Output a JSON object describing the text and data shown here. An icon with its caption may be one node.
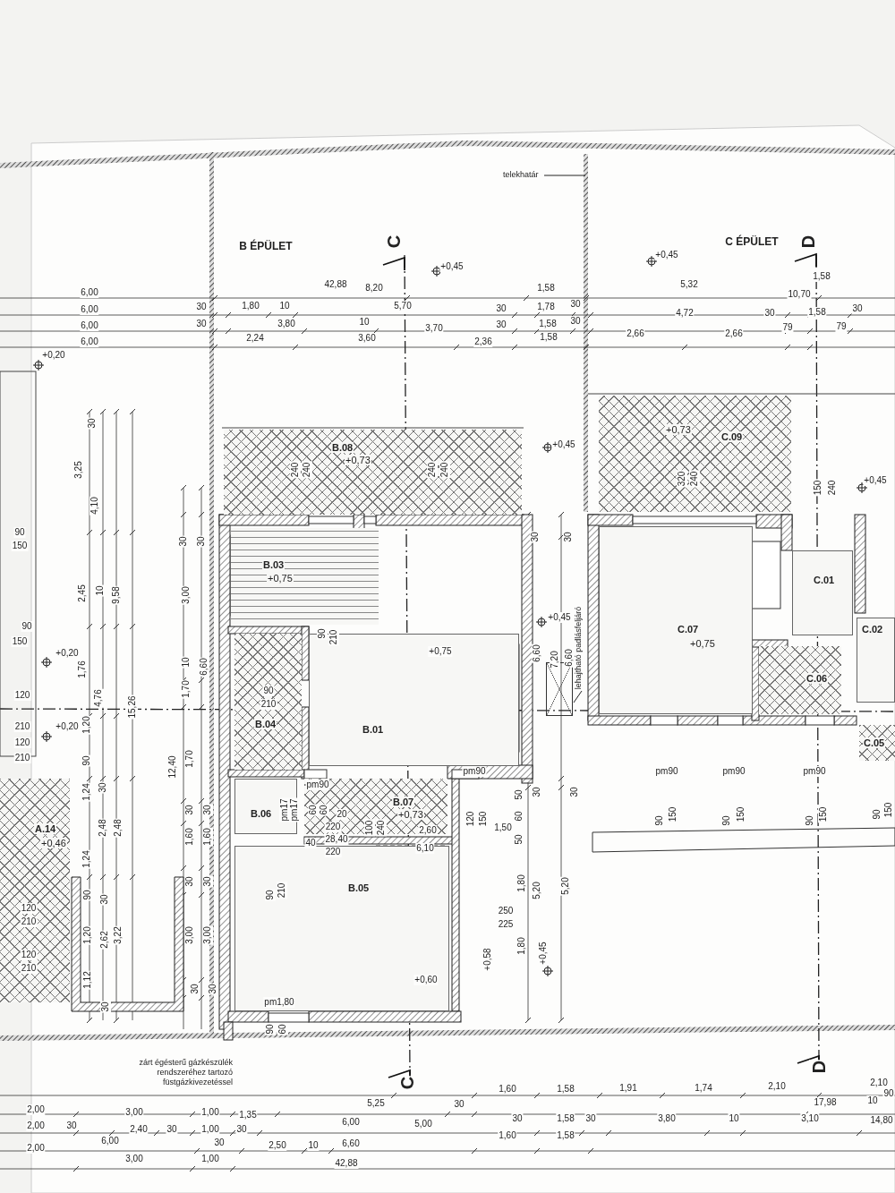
{
  "diagram": {
    "nodes": [
      {
        "text": [
          "telekhatár"
        ]
      },
      {
        "text": [
          "B.08",
          "+0,73"
        ]
      },
      {
        "text": [
          "B.03",
          "+0,75"
        ]
      },
      {
        "text": [
          "B.01"
        ]
      },
      {
        "text": [
          "B.04"
        ]
      },
      {
        "text": [
          "B.06"
        ]
      },
      {
        "text": [
          "B.07",
          "+0,73"
        ]
      },
      {
        "text": [
          "B.05"
        ]
      },
      {
        "text": [
          "C.09",
          "+0,73"
        ]
      },
      {
        "text": [
          "C.07",
          "+0,75"
        ]
      },
      {
        "text": [
          "C.01"
        ]
      },
      {
        "text": [
          "C.06"
        ]
      },
      {
        "text": [
          "C.02"
        ]
      },
      {
        "text": [
          "C.05"
        ]
      },
      {
        "text": [
          "A.14",
          "+0,46"
        ]
      },
      {
        "text": [
          "lehajtható padlásfeljáró"
        ]
      },
      {
        "text": [],
        "shape": "box"
      }
    ],
    "edges": [
      {
        "from": 0,
        "to": null,
        "arrow": "none"
      },
      {
        "from": 15,
        "to": 16,
        "arrow": "none"
      }
    ],
    "labels": [
      "B ÉPÜLET",
      "C",
      "C ÉPÜLET",
      "D",
      "+0,45",
      "+0,45",
      "42,88",
      "8,20",
      "1,58",
      "5,32",
      "1,58",
      "6,00",
      "30",
      "1,80",
      "10",
      "5,70",
      "30",
      "1,78",
      "30",
      "10,70",
      "6,00",
      "30",
      "3,80",
      "10",
      "3,70",
      "30",
      "1,58",
      "30",
      "4,72",
      "30",
      "1,58",
      "30",
      "6,00",
      "2,24",
      "3,60",
      "2,36",
      "1,58",
      "2,66",
      "2,66",
      "79",
      "79",
      "6,00",
      "+0,20",
      "30",
      "3,25",
      "4,10",
      "90",
      "150",
      "30",
      "30",
      "2,45",
      "10",
      "9,58",
      "3,00",
      "90",
      "150",
      "+0,20",
      "1,76",
      "10",
      "6,60",
      "4,76",
      "1,70",
      "15,26",
      "120",
      "210",
      "1,20",
      "120",
      "210",
      "+0,20",
      "12,40",
      "1,70",
      "90",
      "30",
      "1,24",
      "30",
      "30",
      "2,48",
      "2,48",
      "1,60",
      "1,60",
      "1,24",
      "30",
      "30",
      "90",
      "30",
      "120",
      "210",
      "1,20",
      "2,62",
      "3,22",
      "3,00",
      "3,00",
      "120",
      "210",
      "1,12",
      "30",
      "30",
      "30",
      "240",
      "240",
      "240",
      "240",
      "90",
      "210",
      "+0,75",
      "90",
      "210",
      "pm90",
      "pm90",
      "pm17",
      "pm17",
      "60",
      "60",
      "20",
      "220",
      "40",
      "28,40",
      "220",
      "100",
      "240",
      "2,60",
      "6,10",
      "90",
      "210",
      "pm1,80",
      "+0,60",
      "90",
      "60",
      "30",
      "30",
      "+0,45",
      "+0,45",
      "6,60",
      "7,20",
      "6,60",
      "320",
      "240",
      "150",
      "240",
      "+0,45",
      "pm90",
      "pm90",
      "pm90",
      "50",
      "30",
      "30",
      "120",
      "150",
      "60",
      "1,50",
      "50",
      "90",
      "150",
      "90",
      "150",
      "90",
      "150",
      "90",
      "150",
      "1,80",
      "5,20",
      "5,20",
      "250",
      "225",
      "1,80",
      "+0,58",
      "+0,45",
      "zárt égésterű gázkészülék rendszeréhez tartozó füstgázkivezetéssel",
      "C",
      "D",
      "1,60",
      "1,58",
      "1,91",
      "1,74",
      "2,10",
      "2,10",
      "2,00",
      "3,00",
      "1,00",
      "1,35",
      "5,25",
      "30",
      "17,98",
      "10",
      "90",
      "2,00",
      "30",
      "2,40",
      "30",
      "1,00",
      "30",
      "6,00",
      "5,00",
      "30",
      "1,58",
      "30",
      "3,80",
      "10",
      "3,10",
      "14,80",
      "6,00",
      "30",
      "2,50",
      "10",
      "6,60",
      "1,60",
      "1,58",
      "2,00",
      "3,00",
      "1,00",
      "42,88"
    ]
  }
}
